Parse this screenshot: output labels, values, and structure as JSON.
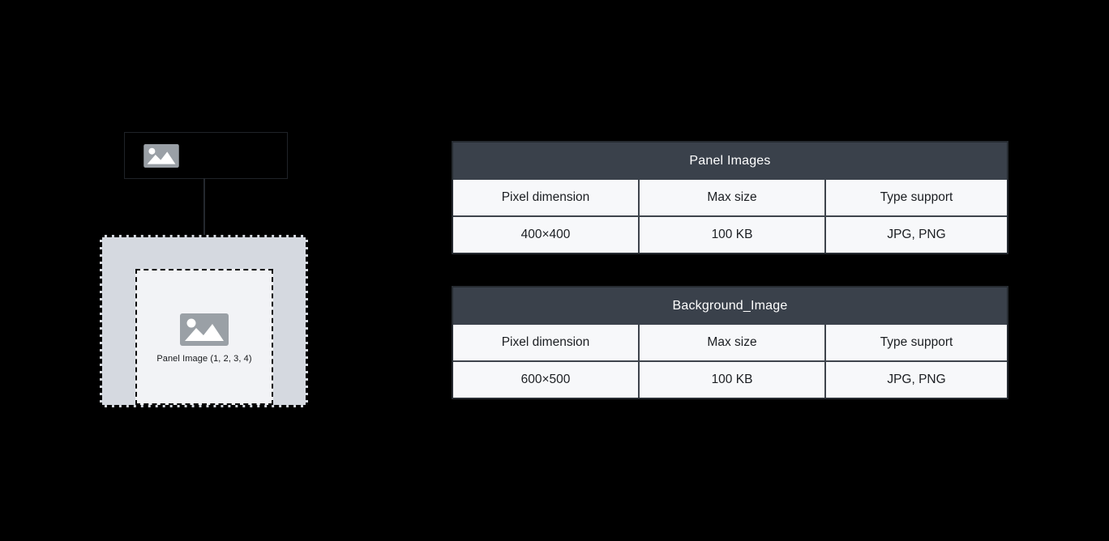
{
  "diagram": {
    "source_image_box": {
      "icon": "image-icon"
    },
    "flow_arrow": "down-arrow",
    "background_image_box": {
      "fill": "#d5d9e0",
      "border_style": "dashed"
    },
    "panel_image_box": {
      "fill": "#f2f3f6",
      "border_style": "dashed",
      "icon": "image-icon",
      "label": "Panel Image (1, 2, 3, 4)"
    }
  },
  "tables": [
    {
      "title": "Panel Images",
      "columns": [
        "Pixel dimension",
        "Max size",
        "Type support"
      ],
      "rows": [
        [
          "400×400",
          "100 KB",
          "JPG, PNG"
        ]
      ]
    },
    {
      "title": "Background_Image",
      "columns": [
        "Pixel dimension",
        "Max size",
        "Type support"
      ],
      "rows": [
        [
          "600×500",
          "100 KB",
          "JPG, PNG"
        ]
      ]
    }
  ],
  "colors": {
    "canvas_bg": "#000000",
    "table_header_bg": "#3a414b",
    "table_header_text": "#ffffff",
    "table_cell_bg": "#f7f8fa",
    "table_cell_text": "#1b1e22",
    "table_border": "#3e444c",
    "outer_box_fill": "#d5d9e0",
    "inner_box_fill": "#f2f3f6",
    "icon_gray": "#9aa0a6"
  }
}
